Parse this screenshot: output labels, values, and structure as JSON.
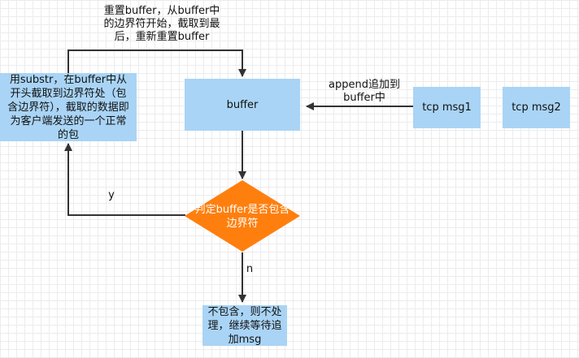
{
  "nodes": {
    "buffer": "buffer",
    "msg1": "tcp msg1",
    "msg2": "tcp msg2",
    "substr": "用substr，在buffer中从开头截取到边界符处（包含边界符），截取的数据即为客户端发送的一个正常的包",
    "decision": "判定buffer是否包含边界符",
    "no_contain": "不包含，则不处理，继续等待追加msg"
  },
  "edge_labels": {
    "append": "append追加到buffer中",
    "reset": "重置buffer，从buffer中的边界符开始，截取到最后，重新重置buffer",
    "yes": "y",
    "no": "n"
  },
  "colors": {
    "box_fill": "#a9d4f5",
    "decision_fill": "#ff7f0e",
    "arrow": "#333333"
  }
}
